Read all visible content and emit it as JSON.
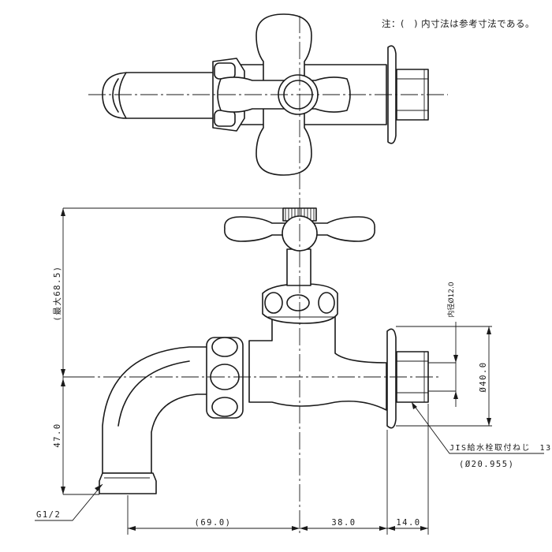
{
  "note": "注：(　) 内寸法は参考寸法である。",
  "dimensions": {
    "max_height": "(最大68.5)",
    "lower_height": "47.0",
    "g_thread": "G1/2",
    "reach": "(69.0)",
    "offset": "38.0",
    "flange": "14.0",
    "outer_dia": "Ø40.0",
    "inner_dia": "内径Ø12.0",
    "jis_thread": "JIS給水栓取付ねじ　13",
    "jis_dia": "(Ø20.955)"
  }
}
